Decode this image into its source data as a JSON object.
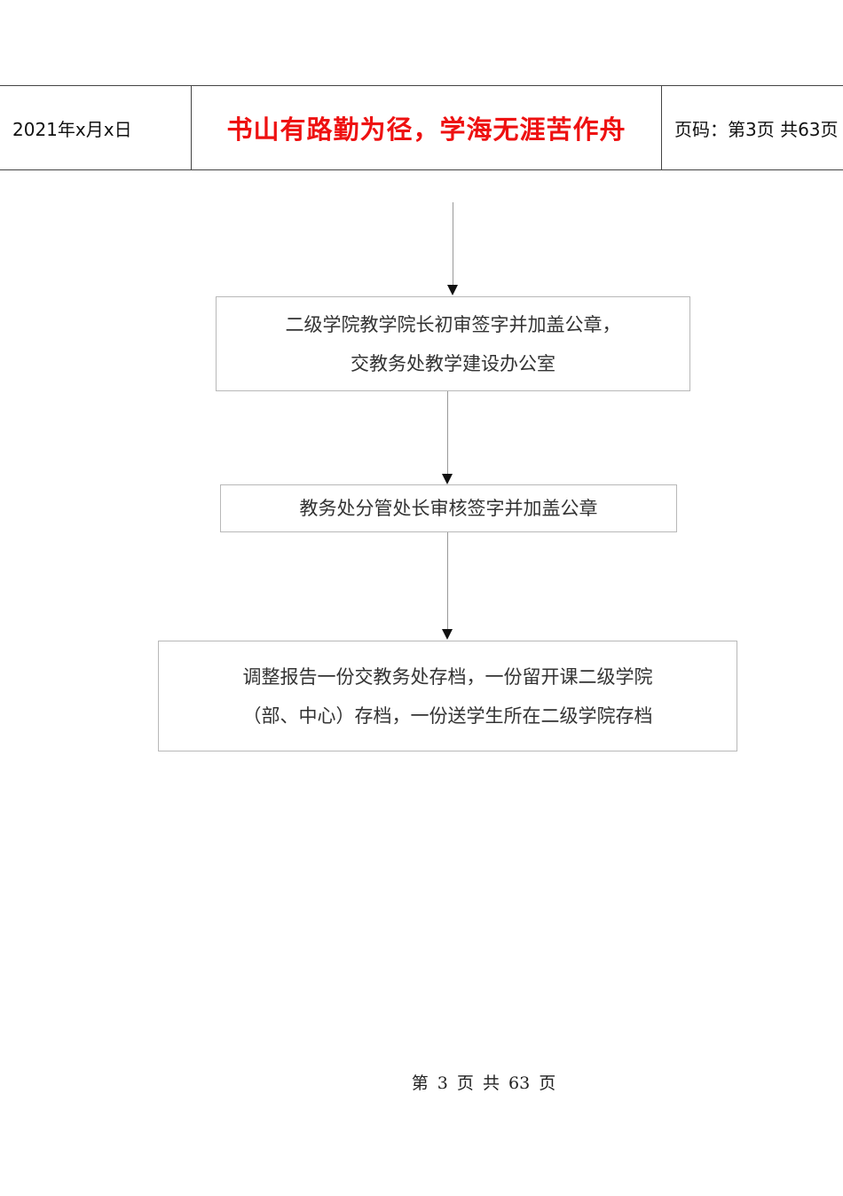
{
  "header": {
    "date": "2021年x月x日",
    "motto": "书山有路勤为径，学海无涯苦作舟",
    "page_info": "页码：第3页 共63页"
  },
  "flowchart": {
    "steps": [
      {
        "line1": "二级学院教学院长初审签字并加盖公章，",
        "line2": "交教务处教学建设办公室"
      },
      {
        "line1": "教务处分管处长审核签字并加盖公章"
      },
      {
        "line1": "调整报告一份交教务处存档，一份留开课二级学院",
        "line2": "（部、中心）存档，一份送学生所在二级学院存档"
      }
    ]
  },
  "footer": {
    "page_text": "第 3 页 共 63 页"
  }
}
